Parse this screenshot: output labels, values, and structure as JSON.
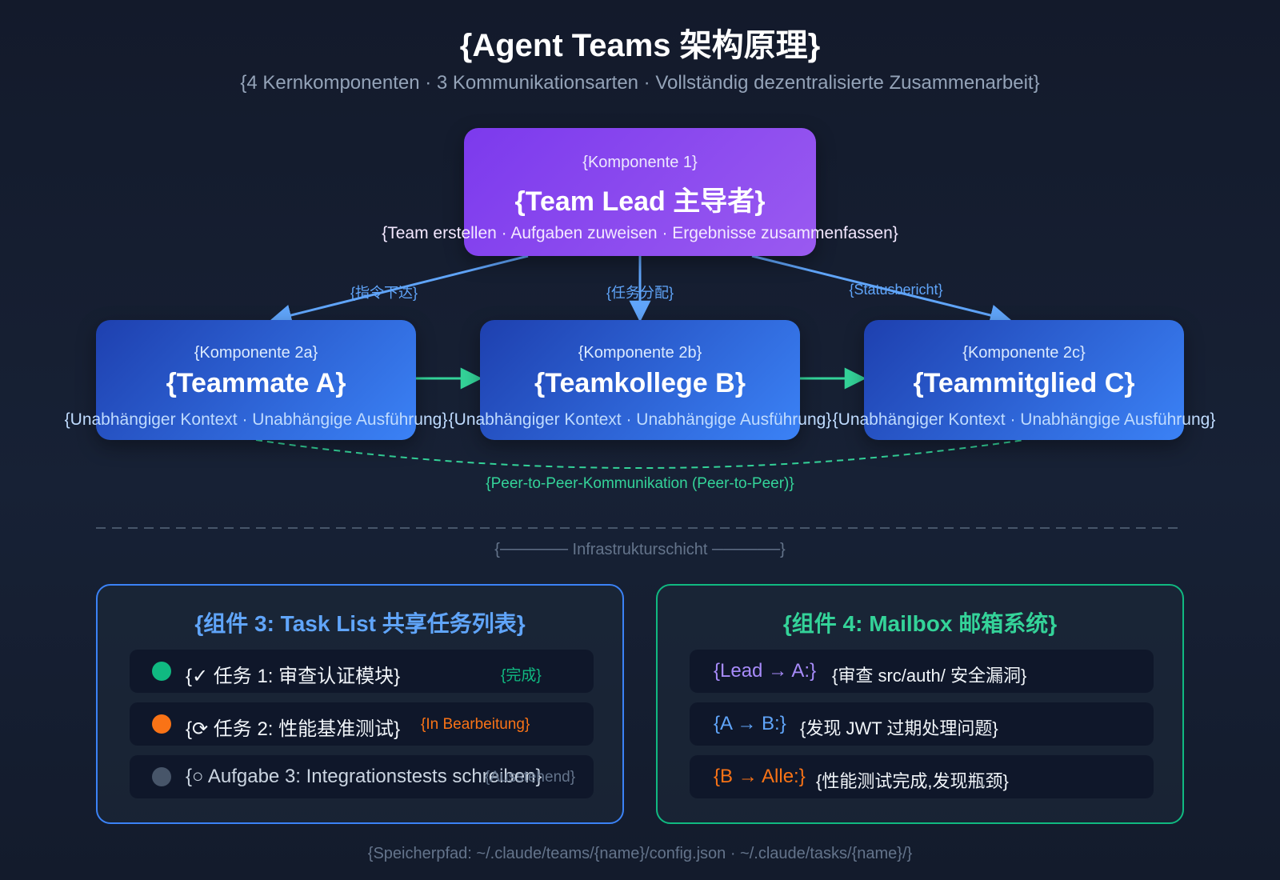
{
  "header": {
    "title": "{Agent Teams 架构原理}",
    "subtitle": "{4 Kernkomponenten · 3 Kommunikationsarten · Vollständig dezentralisierte Zusammenarbeit}"
  },
  "lead": {
    "kicker": "{Komponente 1}",
    "name": "{Team Lead 主导者}",
    "description": "{Team erstellen · Aufgaben zuweisen · Ergebnisse zusammenfassen}"
  },
  "links": {
    "to_a": "{指令下达}",
    "to_b": "{任务分配}",
    "to_c": "{Statusbericht}",
    "peer": "{Peer-to-Peer-Kommunikation (Peer-to-Peer)}"
  },
  "teammates": [
    {
      "kicker": "{Komponente 2a}",
      "name": "{Teammate A}",
      "description": "{Unabhängiger Kontext · Unabhängige Ausführung}"
    },
    {
      "kicker": "{Komponente 2b}",
      "name": "{Teamkollege B}",
      "description": "{Unabhängiger Kontext · Unabhängige Ausführung}"
    },
    {
      "kicker": "{Komponente 2c}",
      "name": "{Teammitglied C}",
      "description": "{Unabhängiger Kontext · Unabhängige Ausführung}"
    }
  ],
  "infrastructure_label": "{────── Infrastrukturschicht ──────}",
  "task_list": {
    "title": "{组件 3: Task List 共享任务列表}",
    "items": [
      {
        "text": "{✓ 任务 1: 审查认证模块}",
        "status": "{完成}",
        "status_color": "#10b981"
      },
      {
        "text": "{⟳ 任务 2: 性能基准测试}",
        "status": "{In Bearbeitung}",
        "status_color": "#f97316"
      },
      {
        "text": "{○ Aufgabe 3: Integrationstests schreiben}",
        "status": "{Ausstehend}",
        "status_color": "#475569"
      }
    ]
  },
  "mailbox": {
    "title": "{组件 4: Mailbox 邮箱系统}",
    "messages": [
      {
        "from": "{Lead → A:}",
        "text": "{审查 src/auth/ 安全漏洞}",
        "color": "#a78bfa"
      },
      {
        "from": "{A → B:}",
        "text": "{发现 JWT 过期处理问题}",
        "color": "#60a5fa"
      },
      {
        "from": "{B → Alle:}",
        "text": "{性能测试完成,发现瓶颈}",
        "color": "#f97316"
      }
    ]
  },
  "footer": "{Speicherpfad: ~/.claude/teams/{name}/config.json · ~/.claude/tasks/{name}/}",
  "colors": {
    "lead": "#7c3aed",
    "teammate": "#3b82f6",
    "arrow": "#60a5fa",
    "peer": "#34d399",
    "task_border": "#3b82f6",
    "mail_border": "#10b981"
  }
}
